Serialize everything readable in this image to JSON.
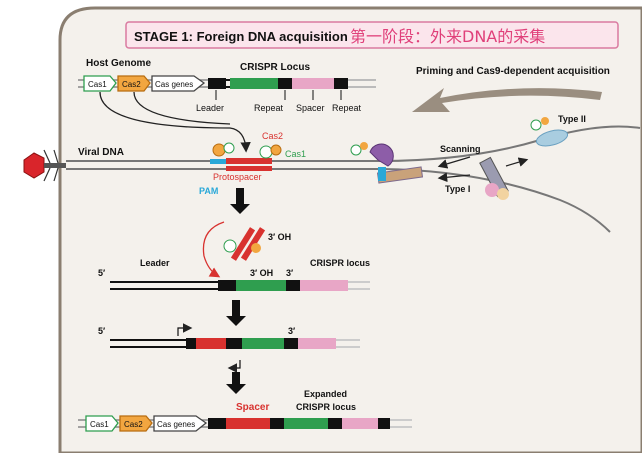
{
  "header": {
    "title_en": "STAGE 1: Foreign DNA acquisition",
    "title_zh": "第一阶段：外来DNA的采集"
  },
  "labels": {
    "host_genome": "Host Genome",
    "crispr_locus": "CRISPR Locus",
    "leader": "Leader",
    "repeat": "Repeat",
    "spacer": "Spacer",
    "viral_dna": "Viral DNA",
    "protospacer": "Protospacer",
    "pam": "PAM",
    "cas2": "Cas2",
    "cas1": "Cas1",
    "priming": "Priming and Cas9-dependent acquisition",
    "scanning": "Scanning",
    "type_ii": "Type II",
    "type_i": "Type I",
    "three_oh": "3′ OH",
    "leader_step": "Leader",
    "crispr_locus_step": "CRISPR locus",
    "five_prime": "5′",
    "three_prime": "3′",
    "spacer_new": "Spacer",
    "expanded_1": "Expanded",
    "expanded_2": "CRISPR locus"
  },
  "genes": {
    "cas1": "Cas1",
    "cas2": "Cas2",
    "cas_genes": "Cas genes"
  },
  "colors": {
    "cell_fill": "#f4f1ec",
    "cell_border": "#8a7e70",
    "title_box": "#fbe5ec",
    "title_border": "#d97aa0",
    "title_zh": "#e0407a",
    "cas1_gene": "#ffffff",
    "cas2_gene": "#f2a640",
    "repeat": "#111111",
    "spacer_green": "#2f9e4f",
    "spacer_pink": "#e8a6c6",
    "spacer_new": "#d8322f",
    "pam": "#29a8d8",
    "arrow_brown": "#9a8e80",
    "virus": "#d9252b",
    "cas9": "#8d5da8",
    "cascade": "#7d6a8c"
  }
}
